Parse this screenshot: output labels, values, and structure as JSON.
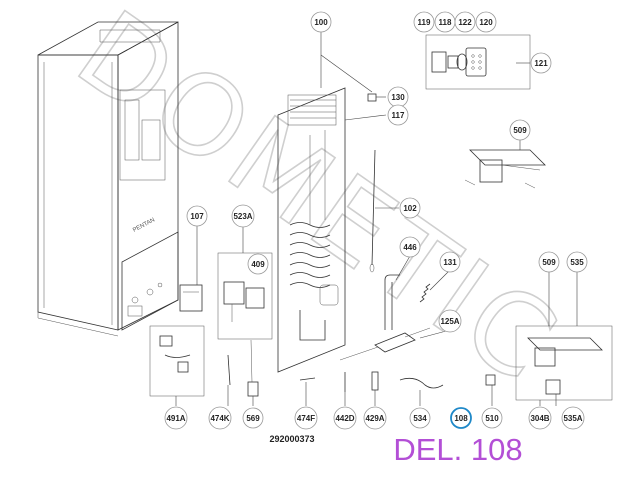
{
  "watermark": "DOMETIC",
  "product_brand": "PENTAN",
  "doc_number": "292000373",
  "deleted_label": "DEL. 108",
  "colors": {
    "deleted_label": "#b34fd6",
    "highlight_ring": "#1e88c8"
  },
  "highlighted_part": "108",
  "part_labels": {
    "p100": "100",
    "p119": "119",
    "p118": "118",
    "p122": "122",
    "p120": "120",
    "p121": "121",
    "p130": "130",
    "p117": "117",
    "p509a": "509",
    "p102": "102",
    "p107": "107",
    "p523A": "523A",
    "p409": "409",
    "p446": "446",
    "p131": "131",
    "p509b": "509",
    "p535": "535",
    "p125A": "125A",
    "p491A": "491A",
    "p474K": "474K",
    "p569": "569",
    "p474F": "474F",
    "p442D": "442D",
    "p429A": "429A",
    "p534": "534",
    "p108": "108",
    "p510": "510",
    "p304B": "304B",
    "p535A": "535A"
  }
}
